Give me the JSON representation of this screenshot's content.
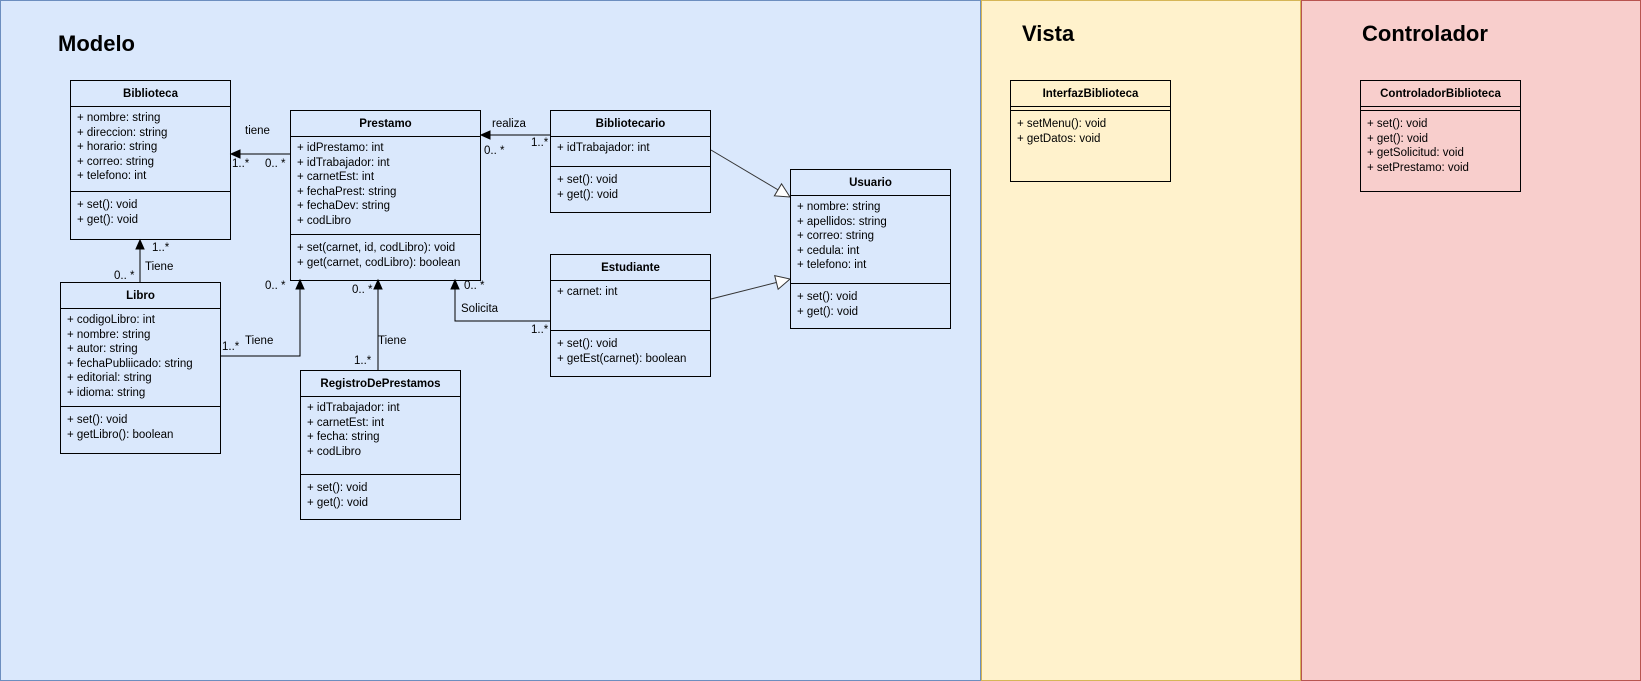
{
  "panels": {
    "model": {
      "title": "Modelo"
    },
    "view": {
      "title": "Vista"
    },
    "controller": {
      "title": "Controlador"
    }
  },
  "colors": {
    "model_fill": "#dae8fc",
    "model_stroke": "#6c8ebf",
    "view_fill": "#fff2cc",
    "view_stroke": "#d6b656",
    "controller_fill": "#f8cecc",
    "controller_stroke": "#b85450"
  },
  "classes": [
    {
      "id": "biblioteca",
      "name": "Biblioteca",
      "attributes": [
        "+ nombre: string",
        "+ direccion: string",
        "+ horario: string",
        "+ correo: string",
        "+ telefono: int"
      ],
      "methods": [
        "+ set(): void",
        "+ get(): void"
      ]
    },
    {
      "id": "prestamo",
      "name": "Prestamo",
      "attributes": [
        "+ idPrestamo: int",
        "+ idTrabajador: int",
        "+ carnetEst: int",
        "+ fechaPrest: string",
        "+ fechaDev: string",
        "+ codLibro"
      ],
      "methods": [
        "+ set(carnet, id, codLibro): void",
        "+ get(carnet, codLibro): boolean"
      ]
    },
    {
      "id": "bibliotecario",
      "name": "Bibliotecario",
      "attributes": [
        "+ idTrabajador: int"
      ],
      "methods": [
        "+ set(): void",
        "+ get(): void"
      ]
    },
    {
      "id": "usuario",
      "name": "Usuario",
      "attributes": [
        "+ nombre: string",
        "+ apellidos: string",
        "+ correo: string",
        "+ cedula: int",
        "+ telefono: int"
      ],
      "methods": [
        "+ set(): void",
        "+ get(): void"
      ]
    },
    {
      "id": "libro",
      "name": "Libro",
      "attributes": [
        "+ codigoLibro: int",
        "+ nombre: string",
        "+ autor: string",
        "+ fechaPubliicado: string",
        "+ editorial: string",
        "+ idioma: string"
      ],
      "methods": [
        "+ set(): void",
        "+ getLibro(): boolean"
      ]
    },
    {
      "id": "estudiante",
      "name": "Estudiante",
      "attributes": [
        "+ carnet: int"
      ],
      "methods": [
        "+ set(): void",
        "+ getEst(carnet): boolean"
      ]
    },
    {
      "id": "registro",
      "name": "RegistroDePrestamos",
      "attributes": [
        "+ idTrabajador: int",
        "+ carnetEst: int",
        "+ fecha: string",
        "+ codLibro"
      ],
      "methods": [
        "+ set(): void",
        "+ get(): void"
      ]
    },
    {
      "id": "interfaz",
      "name": "InterfazBiblioteca",
      "attributes": [],
      "methods": [
        "+ setMenu(): void",
        "+ getDatos: void"
      ]
    },
    {
      "id": "controlador",
      "name": "ControladorBiblioteca",
      "attributes": [],
      "methods": [
        "+ set(): void",
        "+ get(): void",
        "+  getSolicitud: void",
        "+ setPrestamo: void"
      ]
    }
  ],
  "relations": [
    {
      "id": "prestamo-biblioteca",
      "type": "association",
      "from": "prestamo",
      "to": "biblioteca",
      "label": "tiene",
      "source_mult": "0.. *",
      "target_mult": "1..*"
    },
    {
      "id": "bibliotecario-prestamo",
      "type": "association",
      "from": "bibliotecario",
      "to": "prestamo",
      "label": "realiza",
      "source_mult": "1..*",
      "target_mult": "0.. *"
    },
    {
      "id": "libro-biblioteca",
      "type": "association",
      "from": "libro",
      "to": "biblioteca",
      "label": "Tiene",
      "source_mult": "0.. *",
      "target_mult": "1..*"
    },
    {
      "id": "libro-prestamo",
      "type": "association",
      "from": "libro",
      "to": "prestamo",
      "label": "Tiene",
      "source_mult": "1..*",
      "target_mult": "0.. *"
    },
    {
      "id": "registro-prestamo",
      "type": "association",
      "from": "registro",
      "to": "prestamo",
      "label": "Tiene",
      "source_mult": "1..*",
      "target_mult": "0.. *"
    },
    {
      "id": "estudiante-prestamo",
      "type": "association",
      "from": "estudiante",
      "to": "prestamo",
      "label": "Solicita",
      "source_mult": "1..*",
      "target_mult": "0.. *"
    },
    {
      "id": "bibliotecario-usuario",
      "type": "inheritance",
      "from": "bibliotecario",
      "to": "usuario",
      "label": "",
      "source_mult": "",
      "target_mult": ""
    },
    {
      "id": "estudiante-usuario",
      "type": "inheritance",
      "from": "estudiante",
      "to": "usuario",
      "label": "",
      "source_mult": "",
      "target_mult": ""
    }
  ]
}
